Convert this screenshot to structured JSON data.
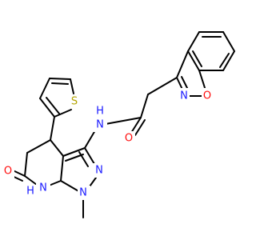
{
  "colors": {
    "carbon_bond": "#000000",
    "nitrogen": "#1a1aff",
    "oxygen": "#ff0d0d",
    "sulfur": "#b3a400",
    "background": "#ffffff"
  },
  "atoms": {
    "S": "S",
    "O_isox": "O",
    "N_isox": "N",
    "NH_amide": "N",
    "H_amide": "H",
    "O_amide": "O",
    "N_pyrazole": "N",
    "N1_pyrazole": "N",
    "methyl_N": "N",
    "NH_lactam": "N",
    "H_lactam": "H",
    "O_lactam": "O"
  }
}
